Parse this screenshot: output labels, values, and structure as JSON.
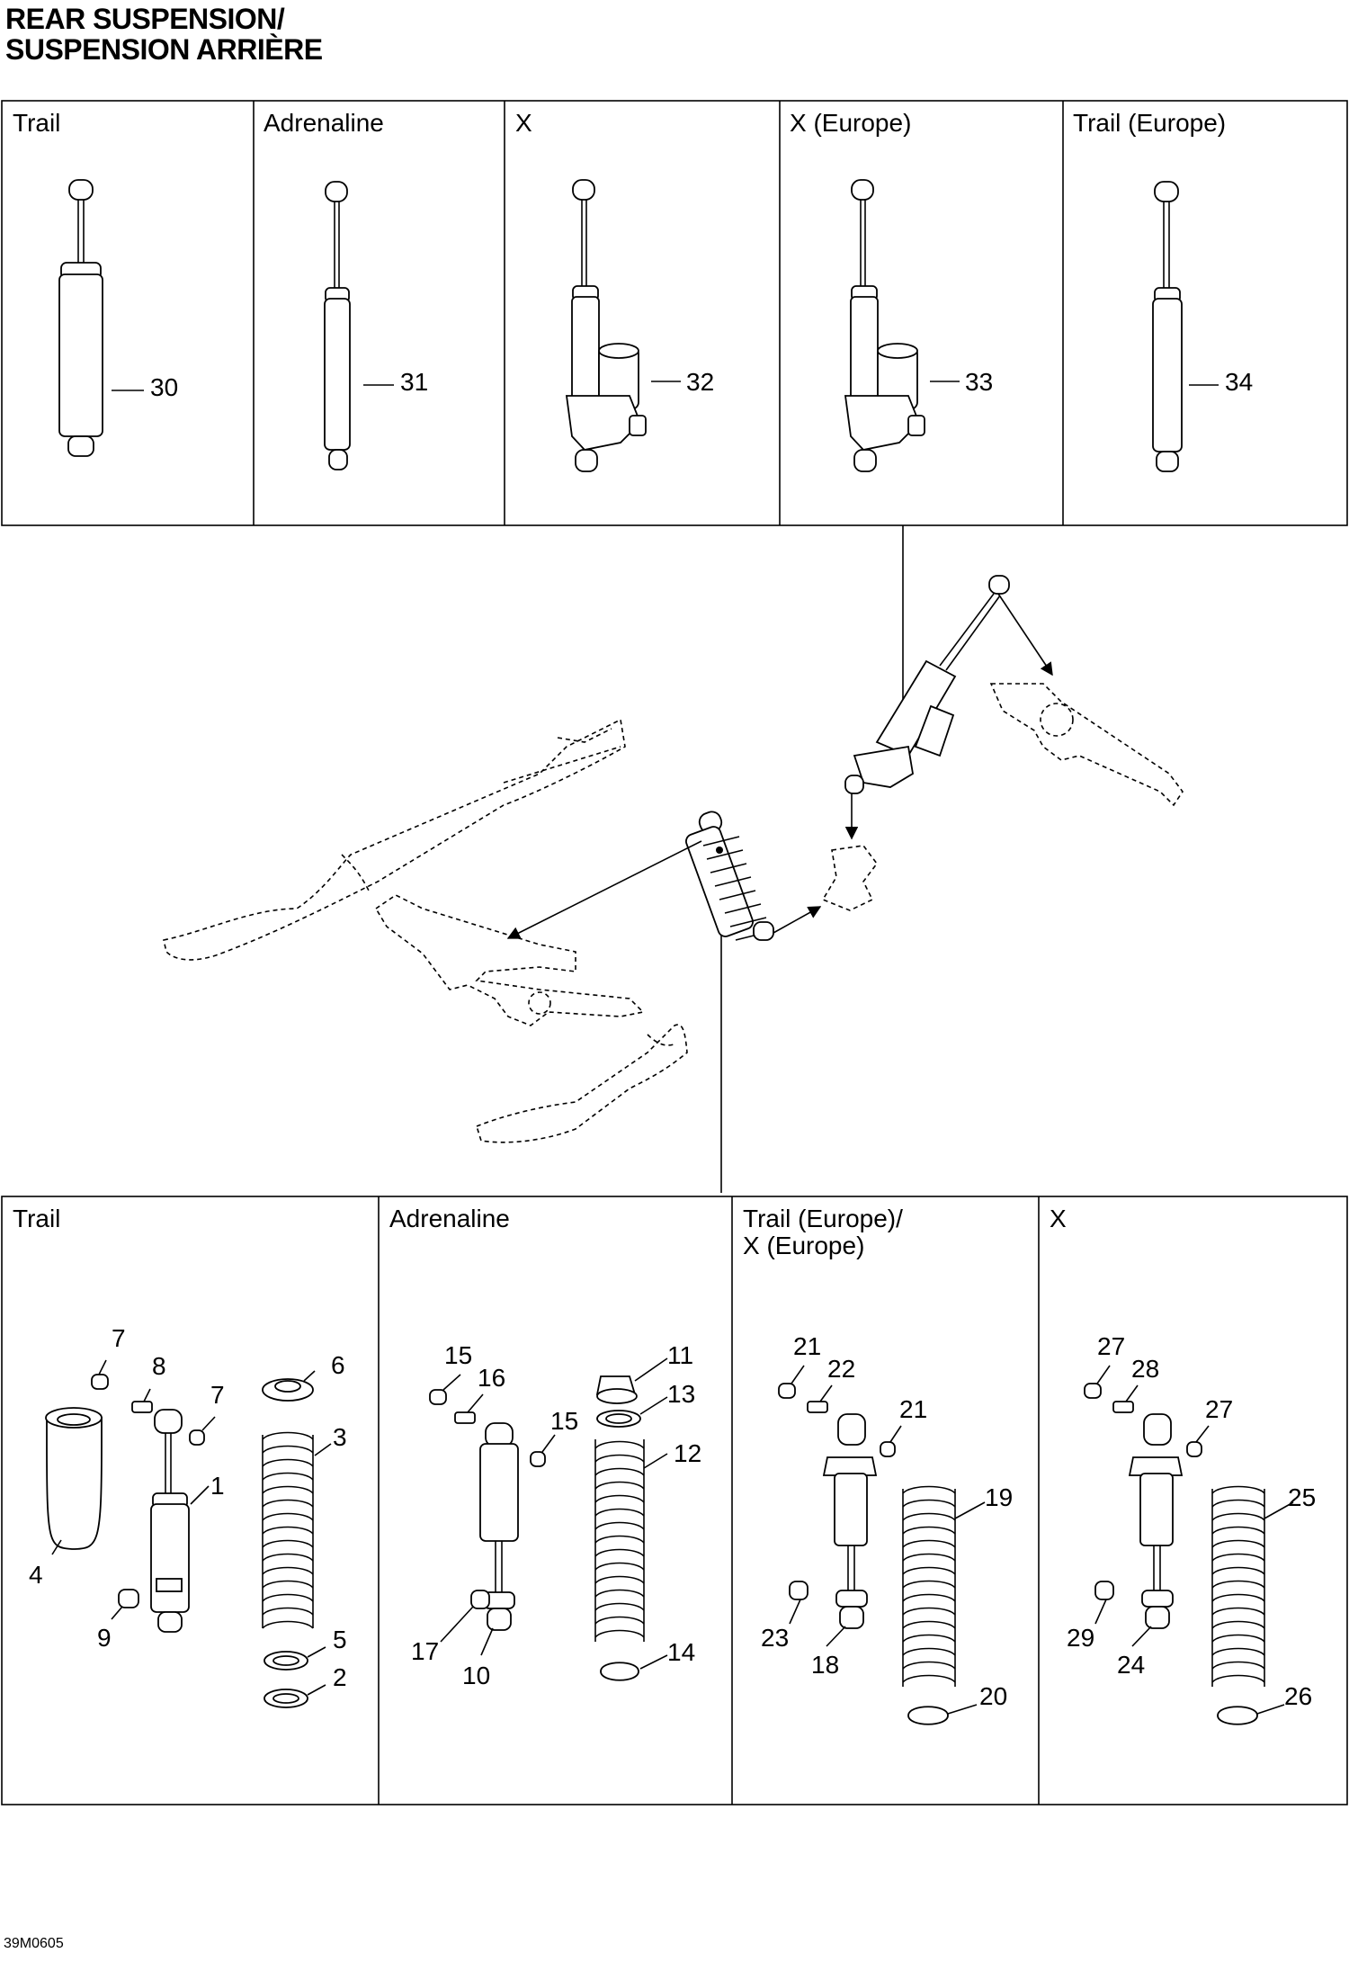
{
  "title": {
    "line1": "REAR SUSPENSION/",
    "line2": "SUSPENSION ARRIÈRE"
  },
  "drawing_code": "39M0605",
  "top_panels": [
    {
      "label": "Trail",
      "part": "30"
    },
    {
      "label": "Adrenaline",
      "part": "31"
    },
    {
      "label": "X",
      "part": "32"
    },
    {
      "label": "X (Europe)",
      "part": "33"
    },
    {
      "label": "Trail (Europe)",
      "part": "34"
    }
  ],
  "bottom_panels": [
    {
      "label_line1": "Trail",
      "label_line2": "",
      "parts": [
        "7",
        "8",
        "7",
        "6",
        "3",
        "1",
        "4",
        "9",
        "5",
        "2"
      ]
    },
    {
      "label_line1": "Adrenaline",
      "label_line2": "",
      "parts": [
        "15",
        "16",
        "15",
        "11",
        "13",
        "12",
        "17",
        "10",
        "14"
      ]
    },
    {
      "label_line1": "Trail (Europe)/",
      "label_line2": "X (Europe)",
      "parts": [
        "21",
        "22",
        "21",
        "19",
        "23",
        "18",
        "20"
      ]
    },
    {
      "label_line1": "X",
      "label_line2": "",
      "parts": [
        "27",
        "28",
        "27",
        "25",
        "29",
        "24",
        "26"
      ]
    }
  ]
}
